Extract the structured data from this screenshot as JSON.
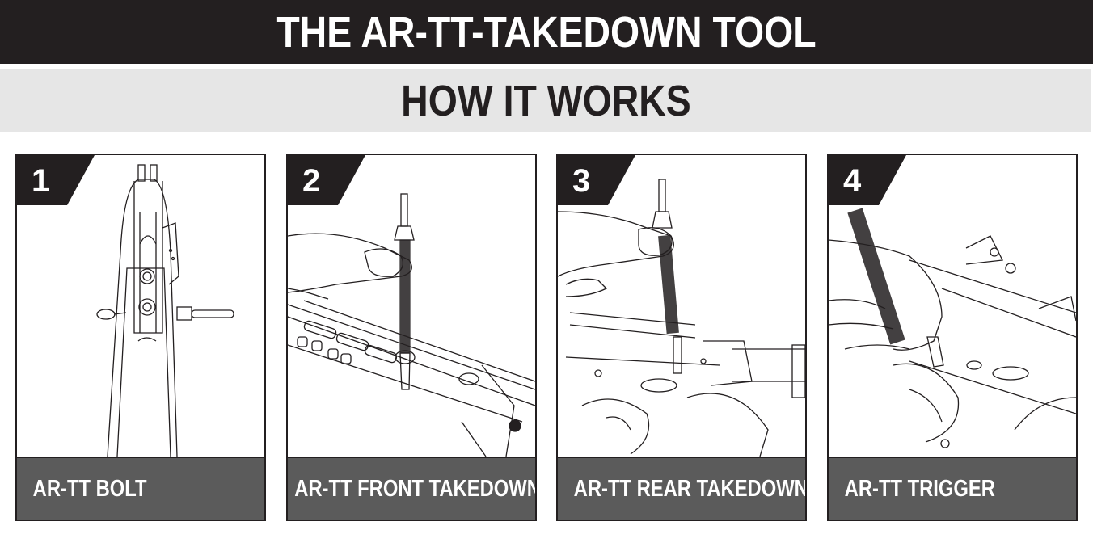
{
  "header": {
    "title": "THE AR-TT-TAKEDOWN TOOL",
    "subtitle": "HOW IT WORKS"
  },
  "colors": {
    "title_band": "#231f20",
    "subtitle_band": "#e6e6e6",
    "caption_bar": "#5b5b5b",
    "badge": "#231f20",
    "text_light": "#ffffff"
  },
  "steps": [
    {
      "number": "1",
      "caption": "AR-TT BOLT",
      "illustration": "bolt-carrier-top-view"
    },
    {
      "number": "2",
      "caption": "AR-TT FRONT TAKEDOWN",
      "illustration": "hand-front-takedown-pin"
    },
    {
      "number": "3",
      "caption": "AR-TT REAR TAKEDOWN",
      "illustration": "hand-rear-takedown-pin"
    },
    {
      "number": "4",
      "caption": "AR-TT TRIGGER",
      "illustration": "hand-trigger-pin"
    }
  ]
}
